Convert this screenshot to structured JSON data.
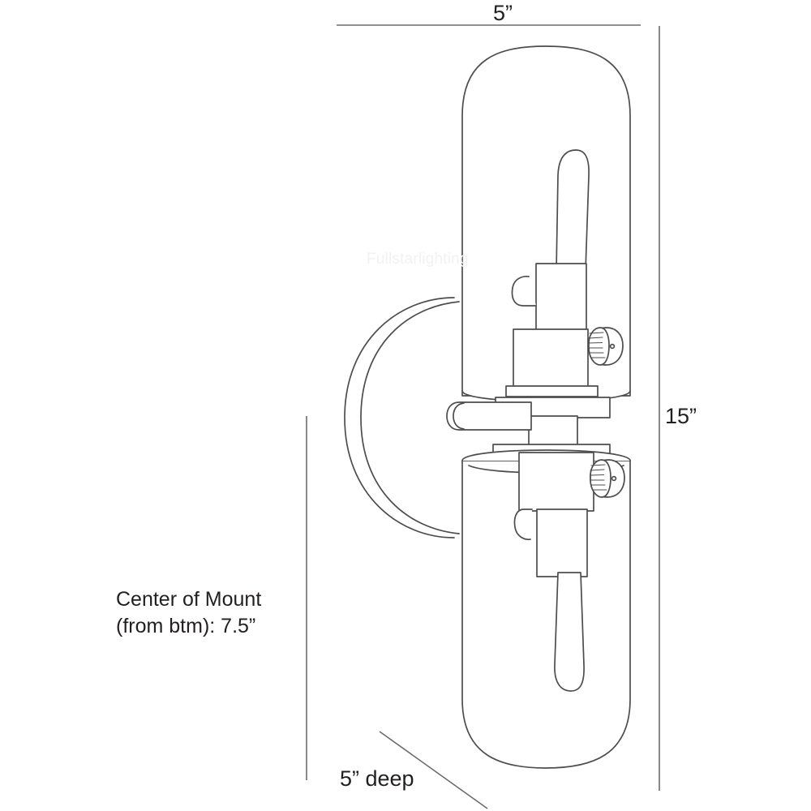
{
  "drawing": {
    "title": "Wall sconce dimension drawing",
    "subject": "two-light cylindrical glass wall sconce",
    "line_color": "#4d4d4d",
    "dimension_line_color": "#6b6b6b",
    "background_color": "#ffffff",
    "watermark": {
      "text": "Fullstarlighting",
      "color": "#f2f2f2"
    }
  },
  "dimensions": {
    "width": {
      "label": "5”",
      "name": "overall-width"
    },
    "height": {
      "label": "15”",
      "name": "overall-height"
    },
    "depth": {
      "label": "5” deep",
      "name": "overall-depth"
    },
    "mount": {
      "line1": "Center of Mount",
      "line2": "(from btm): 7.5”",
      "name": "center-of-mount"
    }
  },
  "parts": [
    {
      "id": "upper-shade",
      "label": "Upper glass shade"
    },
    {
      "id": "upper-bulb",
      "label": "Upper bulb"
    },
    {
      "id": "upper-socket",
      "label": "Upper socket housing"
    },
    {
      "id": "upper-thumbscrew",
      "label": "Upper knurled thumbscrew"
    },
    {
      "id": "backplate",
      "label": "Round wall backplate"
    },
    {
      "id": "center-hub",
      "label": "Center mounting hub"
    },
    {
      "id": "side-rod",
      "label": "Horizontal side rod"
    },
    {
      "id": "lower-shade",
      "label": "Lower glass shade"
    },
    {
      "id": "lower-bulb",
      "label": "Lower bulb"
    },
    {
      "id": "lower-socket",
      "label": "Lower socket housing"
    },
    {
      "id": "lower-thumbscrew",
      "label": "Lower knurled thumbscrew"
    }
  ]
}
